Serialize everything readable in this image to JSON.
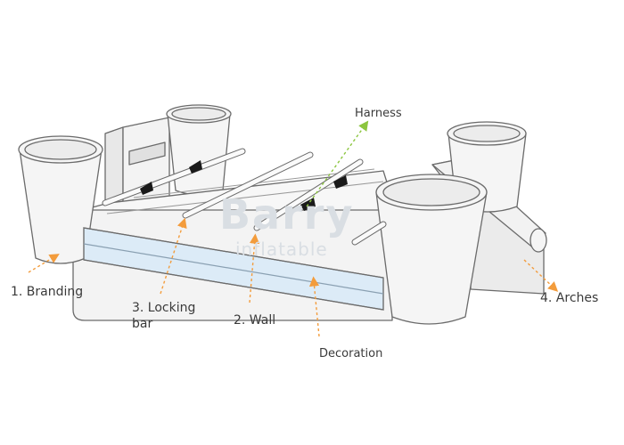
{
  "labels": {
    "branding": "1. Branding",
    "locking_bar_line1": "3. Locking",
    "locking_bar_line2": "bar",
    "wall": "2. Wall",
    "decoration": "Decoration",
    "harness": "Harness",
    "arches": "4. Arches"
  },
  "watermark": {
    "line1": "Barry",
    "line2": "inflatable"
  },
  "colors": {
    "outline": "#6b6b6b",
    "fill": "#f5f5f5",
    "shade": "#e4e4e4",
    "panel": "#dcebf7",
    "callout_orange": "#f39c3c",
    "callout_green": "#8cc63f",
    "harness_black": "#1a1a1a"
  }
}
